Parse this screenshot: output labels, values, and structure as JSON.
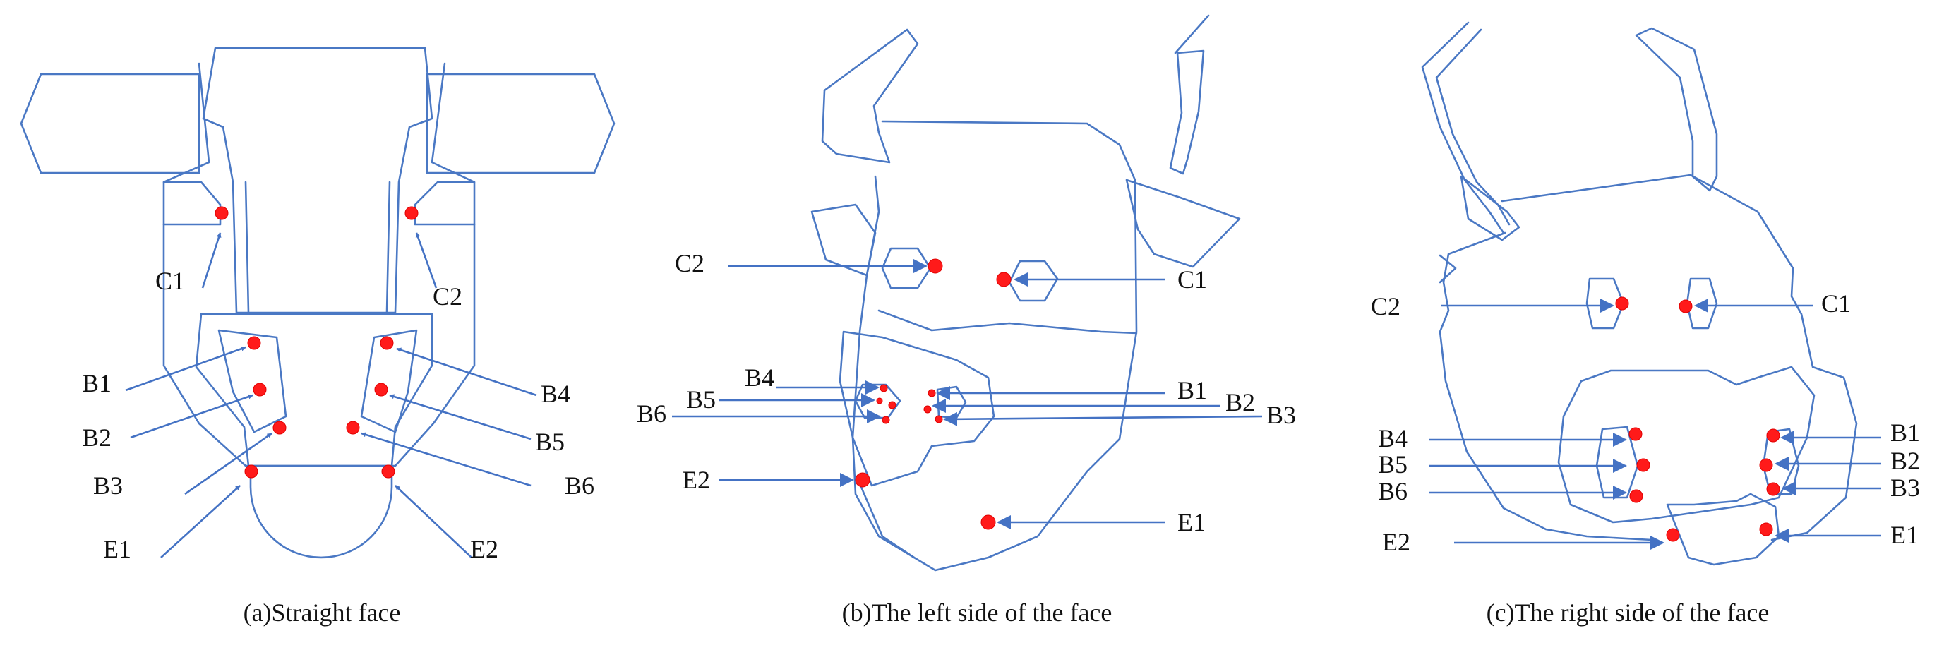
{
  "colors": {
    "outline": "#4a78c4",
    "arrow": "#4472c4",
    "point": "#ff1a1a",
    "text": "#111111"
  },
  "panels": [
    {
      "id": "a",
      "caption": "(a)Straight face",
      "labels": [
        "C1",
        "C2",
        "B1",
        "B2",
        "B3",
        "B4",
        "B5",
        "B6",
        "E1",
        "E2"
      ]
    },
    {
      "id": "b",
      "caption": "(b)The left side of the face",
      "labels": [
        "C2",
        "C1",
        "B4",
        "B5",
        "B6",
        "B1",
        "B2",
        "B3",
        "E2",
        "E1"
      ]
    },
    {
      "id": "c",
      "caption": "(c)The right side of the face",
      "labels": [
        "C2",
        "C1",
        "B4",
        "B5",
        "B6",
        "B1",
        "B2",
        "B3",
        "E2",
        "E1"
      ]
    }
  ]
}
